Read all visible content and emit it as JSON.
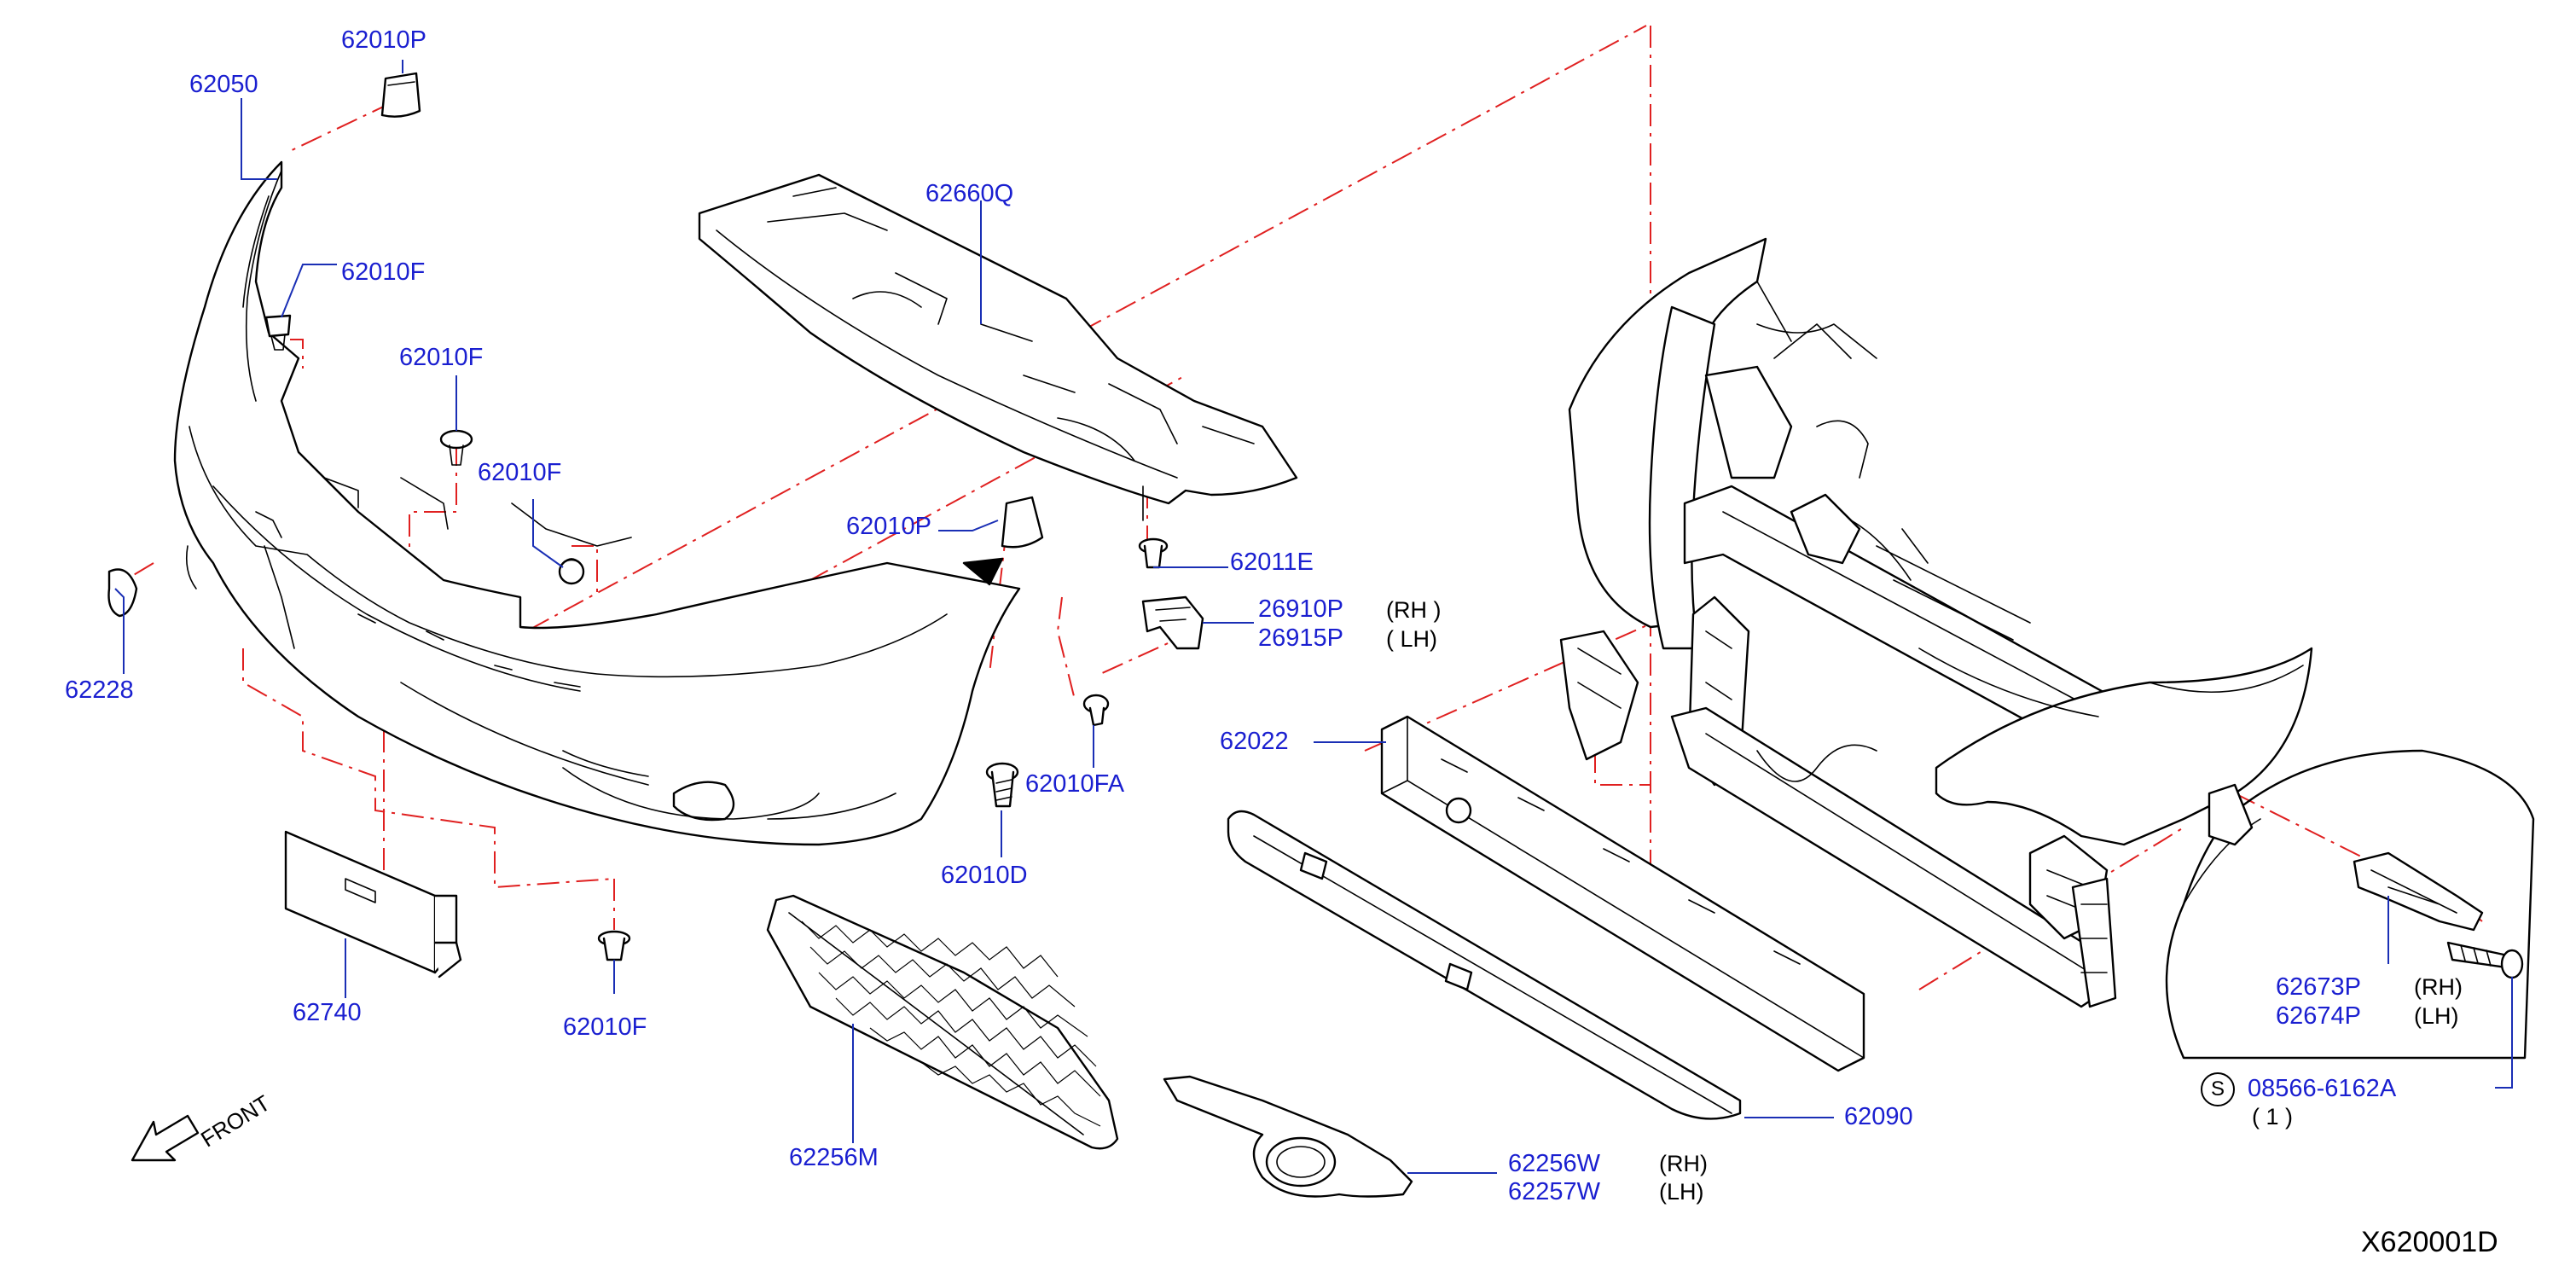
{
  "parts": {
    "p62050": "62050",
    "p62010P_top": "62010P",
    "p62010F_a": "62010F",
    "p62010F_b": "62010F",
    "p62010F_c": "62010F",
    "p62010F_d": "62010F",
    "p62660Q": "62660Q",
    "p62010P_mid": "62010P",
    "p62011E": "62011E",
    "p26910P": "26910P",
    "p26915P": "26915P",
    "p62228": "62228",
    "p62010FA": "62010FA",
    "p62010D": "62010D",
    "p62022": "62022",
    "p62740": "62740",
    "p62256M": "62256M",
    "p62090": "62090",
    "p62256W": "62256W",
    "p62257W": "62257W",
    "p62673P": "62673P",
    "p62674P": "62674P",
    "p08566": "08566-6162A"
  },
  "sides": {
    "rh_1": "(RH    )",
    "lh_1": "(    LH)",
    "rh_2": "(RH)",
    "lh_2": "(LH)",
    "rh_3": "(RH)",
    "lh_3": "(LH)",
    "qty": "(  1  )",
    "s_mark": "S"
  },
  "front_label": "FRONT",
  "diagram_code": "X620001D",
  "colors": {
    "callout": "#1a1fd0",
    "phantom_line": "#e02020",
    "outline": "#000000"
  }
}
